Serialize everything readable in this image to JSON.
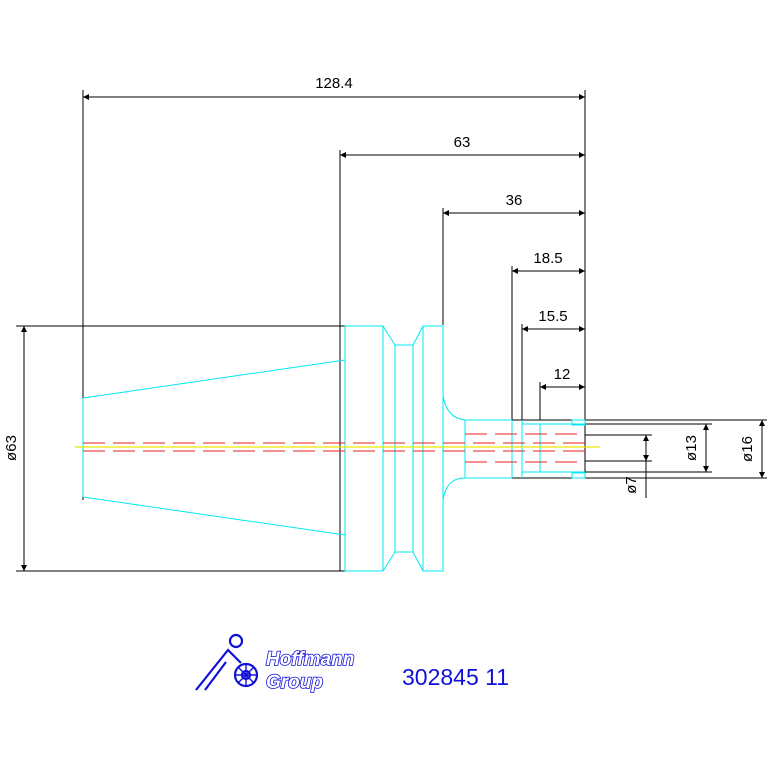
{
  "dimensions": {
    "total_length": "128.4",
    "length_63": "63",
    "length_36": "36",
    "length_18_5": "18.5",
    "length_15_5": "15.5",
    "length_12": "12",
    "dia_63": "ø63",
    "dia_13": "ø13",
    "dia_16": "ø16",
    "dia_7": "ø7"
  },
  "brand": {
    "line1": "Hoffmann",
    "line2": "Group"
  },
  "article_number": "302845 11",
  "colors": {
    "outline": "#000000",
    "part": "#00e8f0",
    "centerline": "#e8e800",
    "bore": "#e02020",
    "brand_blue": "#1010d8"
  },
  "icons": {
    "logo": "hoffmann-group-logo-icon"
  }
}
